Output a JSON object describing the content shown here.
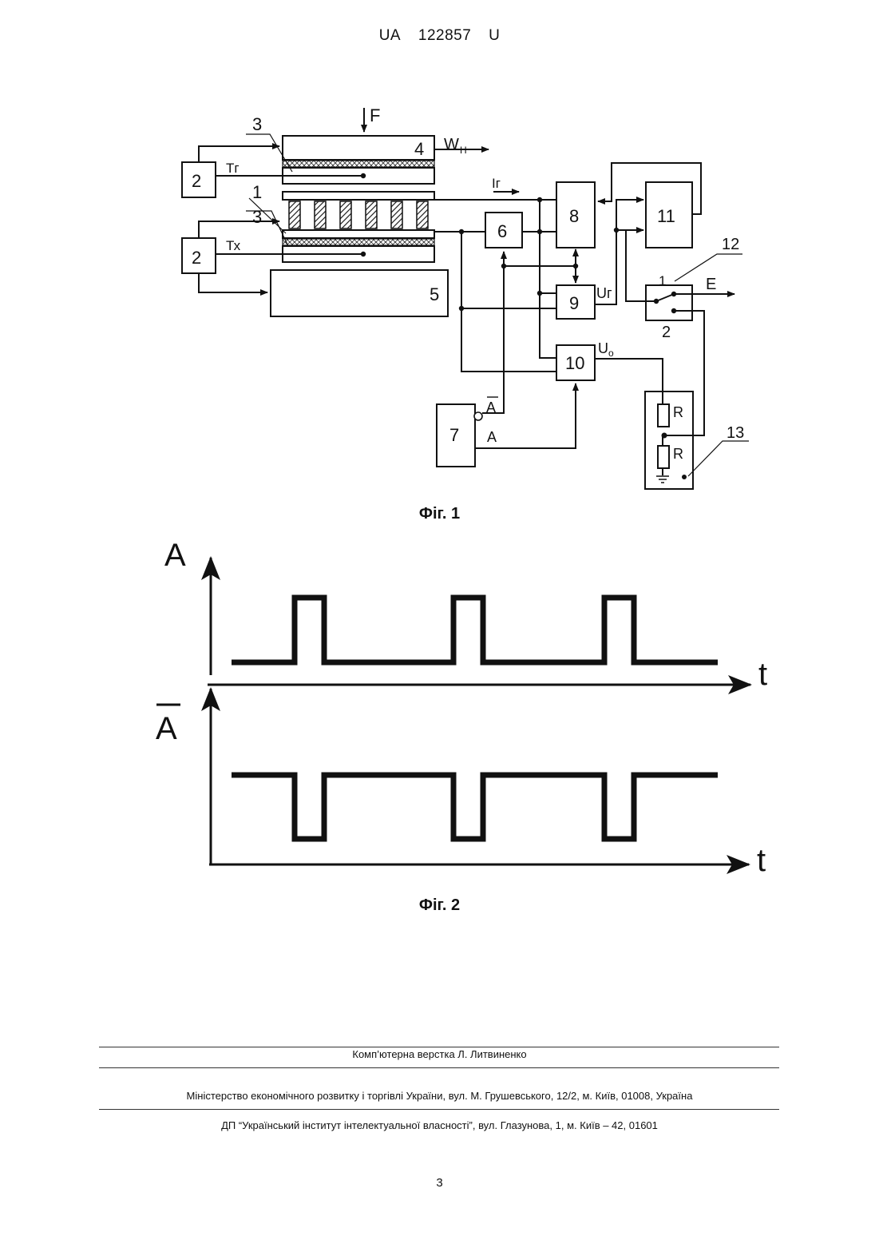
{
  "header": {
    "office": "UA",
    "number": "122857",
    "kind": "U"
  },
  "figure1": {
    "caption": "Фіг. 1",
    "labels": {
      "f": "F",
      "wn": "W",
      "wn_sub": "Н",
      "ig": "Iг",
      "tg": "Тг",
      "tx": "Тх",
      "ug": "Uг",
      "uo": "U",
      "uo_sub": "o",
      "e": "E",
      "a": "A",
      "a_bar": "A",
      "r": "R",
      "n1": "1",
      "n2": "2",
      "n3": "3",
      "n4": "4",
      "n5": "5",
      "n6": "6",
      "n7": "7",
      "n8": "8",
      "n9": "9",
      "n10": "10",
      "n11": "11",
      "n12": "12",
      "n13": "13"
    }
  },
  "figure2": {
    "caption": "Фіг. 2",
    "top_axis": {
      "y_label": "A",
      "x_label": "t"
    },
    "bottom_axis": {
      "y_label": "A",
      "x_label": "t"
    }
  },
  "footer": {
    "credit": "Комп’ютерна верстка Л. Литвиненко",
    "ministry": "Міністерство економічного розвитку і торгівлі України, вул. М. Грушевського, 12/2, м. Київ, 01008, Україна",
    "institute": "ДП “Український інститут інтелектуальної власності”, вул. Глазунова, 1, м. Київ – 42, 01601",
    "page_number": "3"
  }
}
